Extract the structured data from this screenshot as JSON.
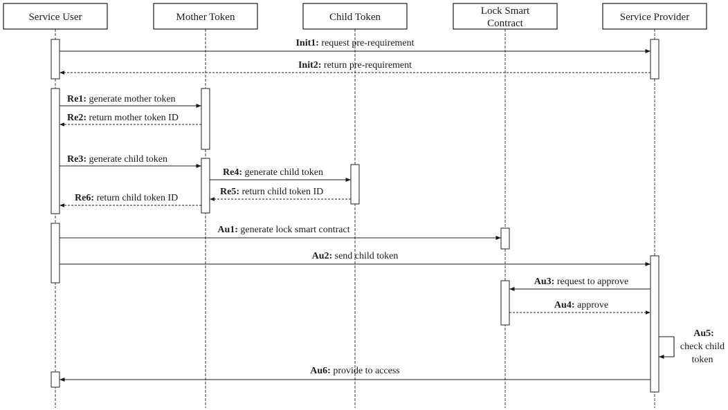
{
  "participants": [
    {
      "id": "user",
      "label": "Service User"
    },
    {
      "id": "mother",
      "label": "Mother Token"
    },
    {
      "id": "child",
      "label": "Child Token"
    },
    {
      "id": "lock",
      "label": "Lock Smart",
      "label2": "Contract"
    },
    {
      "id": "provider",
      "label": "Service Provider"
    }
  ],
  "messages": [
    {
      "id": "init1",
      "code": "Init1:",
      "text": " request pre-requirement"
    },
    {
      "id": "init2",
      "code": "Init2:",
      "text": " return pre-requirement"
    },
    {
      "id": "re1",
      "code": "Re1:",
      "text": " generate mother token"
    },
    {
      "id": "re2",
      "code": "Re2:",
      "text": " return mother token ID"
    },
    {
      "id": "re3",
      "code": "Re3:",
      "text": " generate child token"
    },
    {
      "id": "re4",
      "code": "Re4:",
      "text": " generate child token"
    },
    {
      "id": "re5",
      "code": "Re5:",
      "text": " return child token ID"
    },
    {
      "id": "re6",
      "code": "Re6:",
      "text": " return child token ID"
    },
    {
      "id": "au1",
      "code": "Au1:",
      "text": " generate lock smart contract"
    },
    {
      "id": "au2",
      "code": "Au2:",
      "text": " send child token"
    },
    {
      "id": "au3",
      "code": "Au3:",
      "text": " request to approve"
    },
    {
      "id": "au4",
      "code": "Au4:",
      "text": " approve"
    },
    {
      "id": "au5",
      "code": "Au5:",
      "line1": "check child",
      "line2": "token"
    },
    {
      "id": "au6",
      "code": "Au6:",
      "text": " provide to access"
    }
  ]
}
